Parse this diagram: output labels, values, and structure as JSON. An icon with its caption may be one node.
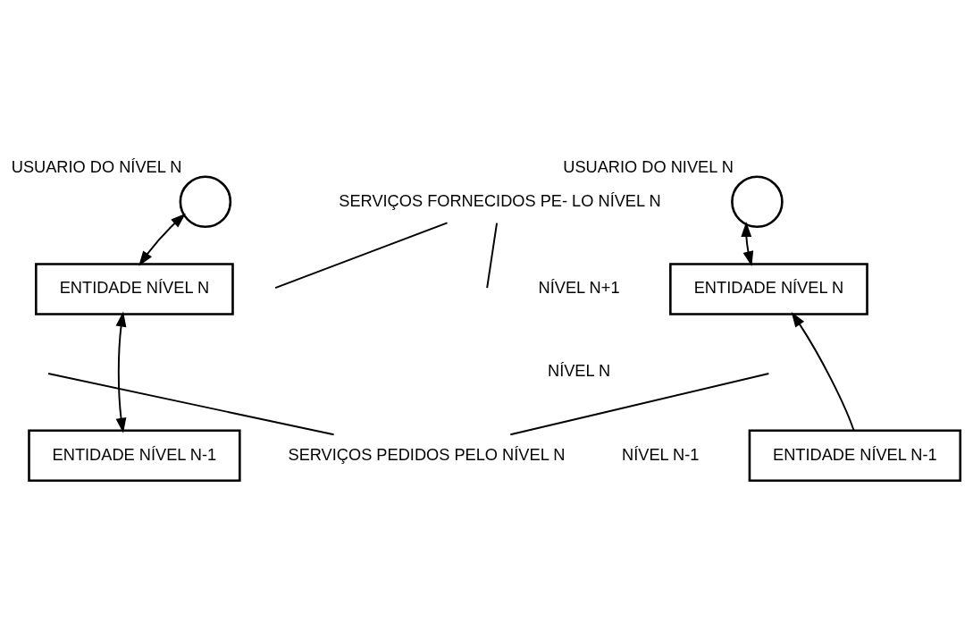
{
  "diagram": {
    "nodes": [
      {
        "text": [],
        "shape": "circle",
        "beside": [
          "USUARIO DO NÍVEL N"
        ]
      },
      {
        "text": [],
        "shape": "circle",
        "beside": [
          "USUARIO DO NIVEL N"
        ]
      },
      {
        "text": [
          "ENTIDADE NÍVEL N"
        ]
      },
      {
        "text": [
          "ENTIDADE NÍVEL N"
        ]
      },
      {
        "text": [
          "ENTIDADE NÍVEL N-1"
        ]
      },
      {
        "text": [
          "ENTIDADE NÍVEL N-1"
        ]
      },
      {
        "text": [
          "SERVIÇOS FORNECIDOS PE- LO NÍVEL N"
        ]
      },
      {
        "text": [
          "SERVIÇOS PEDIDOS PELO NÍVEL N"
        ]
      }
    ],
    "edges": [
      {
        "from": 0,
        "to": 2,
        "arrow": "both"
      },
      {
        "from": 1,
        "to": 3,
        "arrow": "both"
      },
      {
        "from": 2,
        "to": 4,
        "arrow": "both"
      },
      {
        "from": 5,
        "to": 3,
        "arrow": "to"
      },
      {
        "from": 6,
        "to": null,
        "arrow": "none"
      },
      {
        "from": 6,
        "to": null,
        "arrow": "none"
      },
      {
        "from": 7,
        "to": null,
        "arrow": "none"
      },
      {
        "from": 7,
        "to": null,
        "arrow": "none"
      }
    ],
    "labels": [
      "NÍVEL N+1",
      "NÍVEL N",
      "NÍVEL N-1"
    ]
  }
}
